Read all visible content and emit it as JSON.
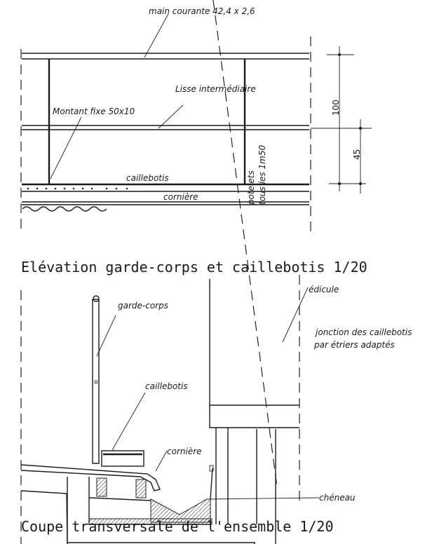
{
  "elevation": {
    "title": "Elévation garde-corps et caillebotis  1/20",
    "labels": {
      "handrail": "main courante 42,4 x 2,6",
      "mid_rail": "Lisse intermédiaire",
      "post": "Montant fixe 50x10",
      "posts_spacing_1": "potelets",
      "posts_spacing_2": "tous les 1m50",
      "grating": "caillebotis",
      "angle": "cornière"
    },
    "dimensions": {
      "total_height": "100",
      "mid_rail_height": "45"
    }
  },
  "section": {
    "title": "Coupe transversale de l'ensemble  1/20",
    "labels": {
      "guardrail": "garde-corps",
      "grating": "caillebotis",
      "angle": "cornière",
      "structure": "édicule",
      "note_1": "jonction des caillebotis",
      "note_2": "par étriers adaptés",
      "gutter": "chéneau"
    }
  }
}
